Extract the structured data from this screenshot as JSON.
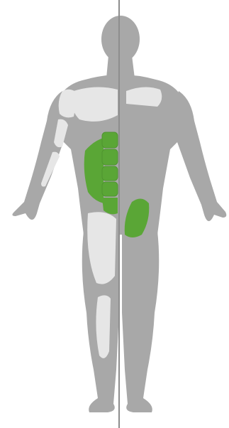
{
  "figure": {
    "kind": "anatomy-front-view",
    "colors": {
      "background": "#ffffff",
      "body_gray": "#a8a8a8",
      "muscle_light": "#e3e3e3",
      "muscle_outline": "#cfcfcf",
      "highlight_green": "#5aa636",
      "highlight_green_dark": "#4f9430",
      "midline": "#8d8d8d"
    },
    "highlighted_regions": [
      "rectus-abdominis",
      "external-oblique"
    ]
  }
}
